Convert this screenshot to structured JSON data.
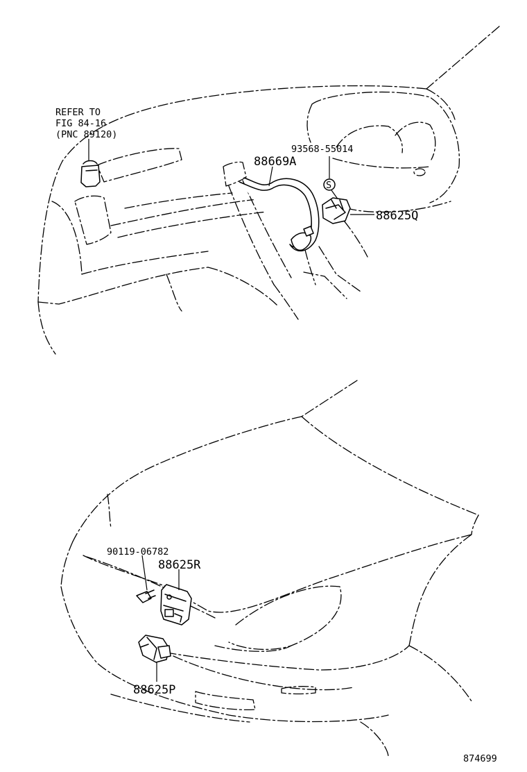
{
  "top_view": {
    "refer_note": [
      "REFER TO",
      "FIG 84-16",
      "(PNC 89120)"
    ],
    "parts": {
      "hose": "88669A",
      "screw": "93568-55014",
      "screw_symbol": "S",
      "sensor_upper": "88625Q"
    }
  },
  "bottom_view": {
    "parts": {
      "bolt": "90119-06782",
      "bracket_sensor": "88625R",
      "sensor_lower": "88625P"
    }
  },
  "figure_number": "874699"
}
